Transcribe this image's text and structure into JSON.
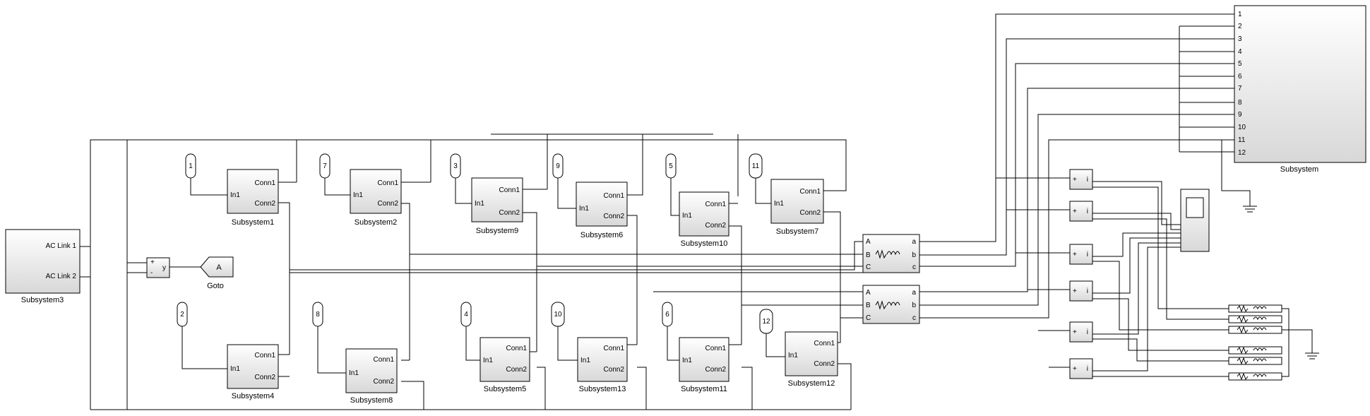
{
  "diagram": {
    "subsystems": [
      {
        "id": "s1",
        "label": "Subsystem1"
      },
      {
        "id": "s2",
        "label": "Subsystem2"
      },
      {
        "id": "s9",
        "label": "Subsystem9"
      },
      {
        "id": "s6",
        "label": "Subsystem6"
      },
      {
        "id": "s10",
        "label": "Subsystem10"
      },
      {
        "id": "s7",
        "label": "Subsystem7"
      },
      {
        "id": "s4",
        "label": "Subsystem4"
      },
      {
        "id": "s8",
        "label": "Subsystem8"
      },
      {
        "id": "s5",
        "label": "Subsystem5"
      },
      {
        "id": "s13",
        "label": "Subsystem13"
      },
      {
        "id": "s11",
        "label": "Subsystem11"
      },
      {
        "id": "s12",
        "label": "Subsystem12"
      }
    ],
    "port_labels": {
      "conn1": "Conn1",
      "conn2": "Conn2",
      "in1": "In1"
    },
    "constants": [
      "1",
      "7",
      "3",
      "9",
      "5",
      "11",
      "2",
      "8",
      "4",
      "10",
      "6",
      "12"
    ],
    "source": {
      "label": "Subsystem3",
      "port1": "AC Link 1",
      "port2": "AC Link 2"
    },
    "sum_block": {
      "plus": "+",
      "minus": "-",
      "out": "y"
    },
    "goto": {
      "tag": "A",
      "label": "Goto"
    },
    "transformer": {
      "in": [
        "A",
        "B",
        "C"
      ],
      "out": [
        "a",
        "b",
        "c"
      ]
    },
    "big_subsystem": {
      "label": "Subsystem",
      "ports": [
        "1",
        "2",
        "3",
        "4",
        "5",
        "6",
        "7",
        "8",
        "9",
        "10",
        "11",
        "12"
      ]
    },
    "meas": {
      "plus": "+",
      "minus": "-",
      "i": "i"
    }
  },
  "colors": {
    "block_top": "#ffffff",
    "block_bottom": "#d9d9d9",
    "stroke": "#000000"
  }
}
